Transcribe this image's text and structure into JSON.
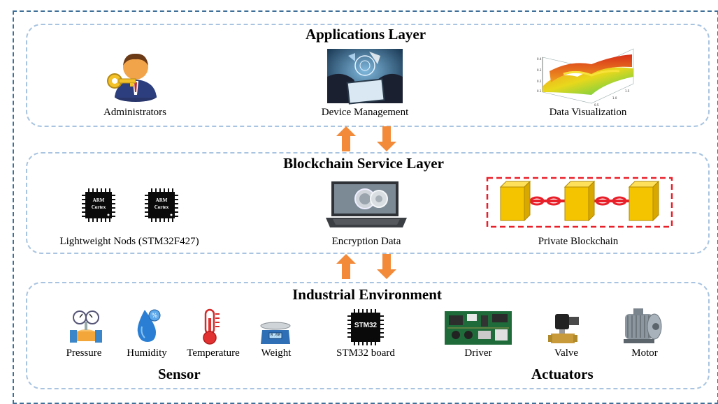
{
  "layers": {
    "applications": {
      "title": "Applications Layer",
      "items": [
        "Administrators",
        "Device Management",
        "Data Visualization"
      ]
    },
    "blockchain": {
      "title": "Blockchain Service Layer",
      "items": [
        "Lightweight Nods (STM32F427)",
        "Encryption Data",
        "Private Blockchain"
      ],
      "chip_text": [
        "ARM",
        "Cortex"
      ]
    },
    "industrial": {
      "title": "Industrial Environment",
      "items": [
        "Pressure",
        "Humidity",
        "Temperature",
        "Weight",
        "STM32 board",
        "Driver",
        "Valve",
        "Motor"
      ],
      "groups": [
        "Sensor",
        "Actuators"
      ],
      "board_chip_text": "STM32",
      "scale_display": "0.00"
    }
  },
  "colors": {
    "outer_border": "#3d6f99",
    "layer_border": "#a8c4e0",
    "arrow": "#f28a3a",
    "block": "#f5c400",
    "chain": "#e8202a"
  }
}
